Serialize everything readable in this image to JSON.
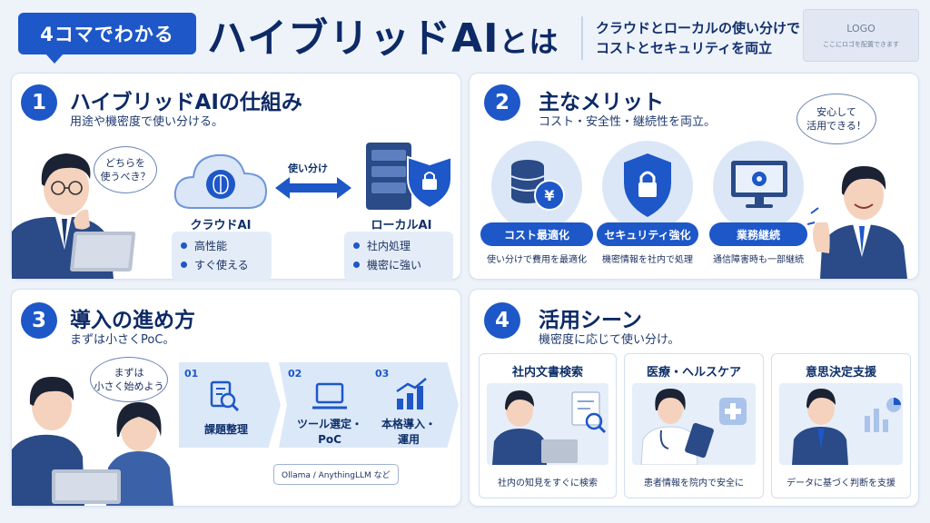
{
  "header": {
    "badge": "4コマでわかる",
    "title_main": "ハイブリッドAI",
    "title_suffix": "とは",
    "subtitle_line1": "クラウドとローカルの使い分けで",
    "subtitle_line2": "コストとセキュリティを両立",
    "logo_text": "LOGO",
    "logo_note": "ここにロゴを配置できます"
  },
  "panel1": {
    "number": "1",
    "title": "ハイブリッドAIの仕組み",
    "subtitle": "用途や機密度で使い分ける。",
    "bubble_line1": "どちらを",
    "bubble_line2": "使うべき？",
    "arrow_label": "使い分け",
    "cloud_label": "クラウドAI",
    "local_label": "ローカルAI",
    "cloud_features": [
      "高性能",
      "すぐ使える"
    ],
    "local_features": [
      "社内処理",
      "機密に強い"
    ]
  },
  "panel2": {
    "number": "2",
    "title": "主なメリット",
    "subtitle": "コスト・安全性・継続性を両立。",
    "bubble_line1": "安心して",
    "bubble_line2": "活用できる！",
    "merits": [
      {
        "label": "コスト最適化",
        "caption": "使い分けで費用を最適化",
        "icon": "coins-yen-icon"
      },
      {
        "label": "セキュリティ強化",
        "caption": "機密情報を社内で処理",
        "icon": "shield-lock-icon"
      },
      {
        "label": "業務継続",
        "caption": "通信障害時も一部継続",
        "icon": "monitor-gear-icon"
      }
    ]
  },
  "panel3": {
    "number": "3",
    "title": "導入の進め方",
    "subtitle": "まずは小さくPoC。",
    "bubble_line1": "まずは",
    "bubble_line2": "小さく始めよう",
    "steps": [
      {
        "num": "01",
        "label_line1": "課題整理",
        "label_line2": "",
        "icon": "document-search-icon"
      },
      {
        "num": "02",
        "label_line1": "ツール選定・",
        "label_line2": "PoC",
        "icon": "laptop-icon"
      },
      {
        "num": "03",
        "label_line1": "本格導入・",
        "label_line2": "運用",
        "icon": "bar-chart-icon"
      }
    ],
    "tools_note": "Ollama / AnythingLLM など"
  },
  "panel4": {
    "number": "4",
    "title": "活用シーン",
    "subtitle": "機密度に応じて使い分け。",
    "scenes": [
      {
        "title": "社内文書検索",
        "caption": "社内の知見をすぐに検索"
      },
      {
        "title": "医療・ヘルスケア",
        "caption": "患者情報を院内で安全に"
      },
      {
        "title": "意思決定支援",
        "caption": "データに基づく判断を支援"
      }
    ]
  },
  "colors": {
    "accent": "#1d57c8",
    "navy": "#0d2a66",
    "panel_bg": "#ffffff",
    "page_bg": "#eef3fa"
  }
}
